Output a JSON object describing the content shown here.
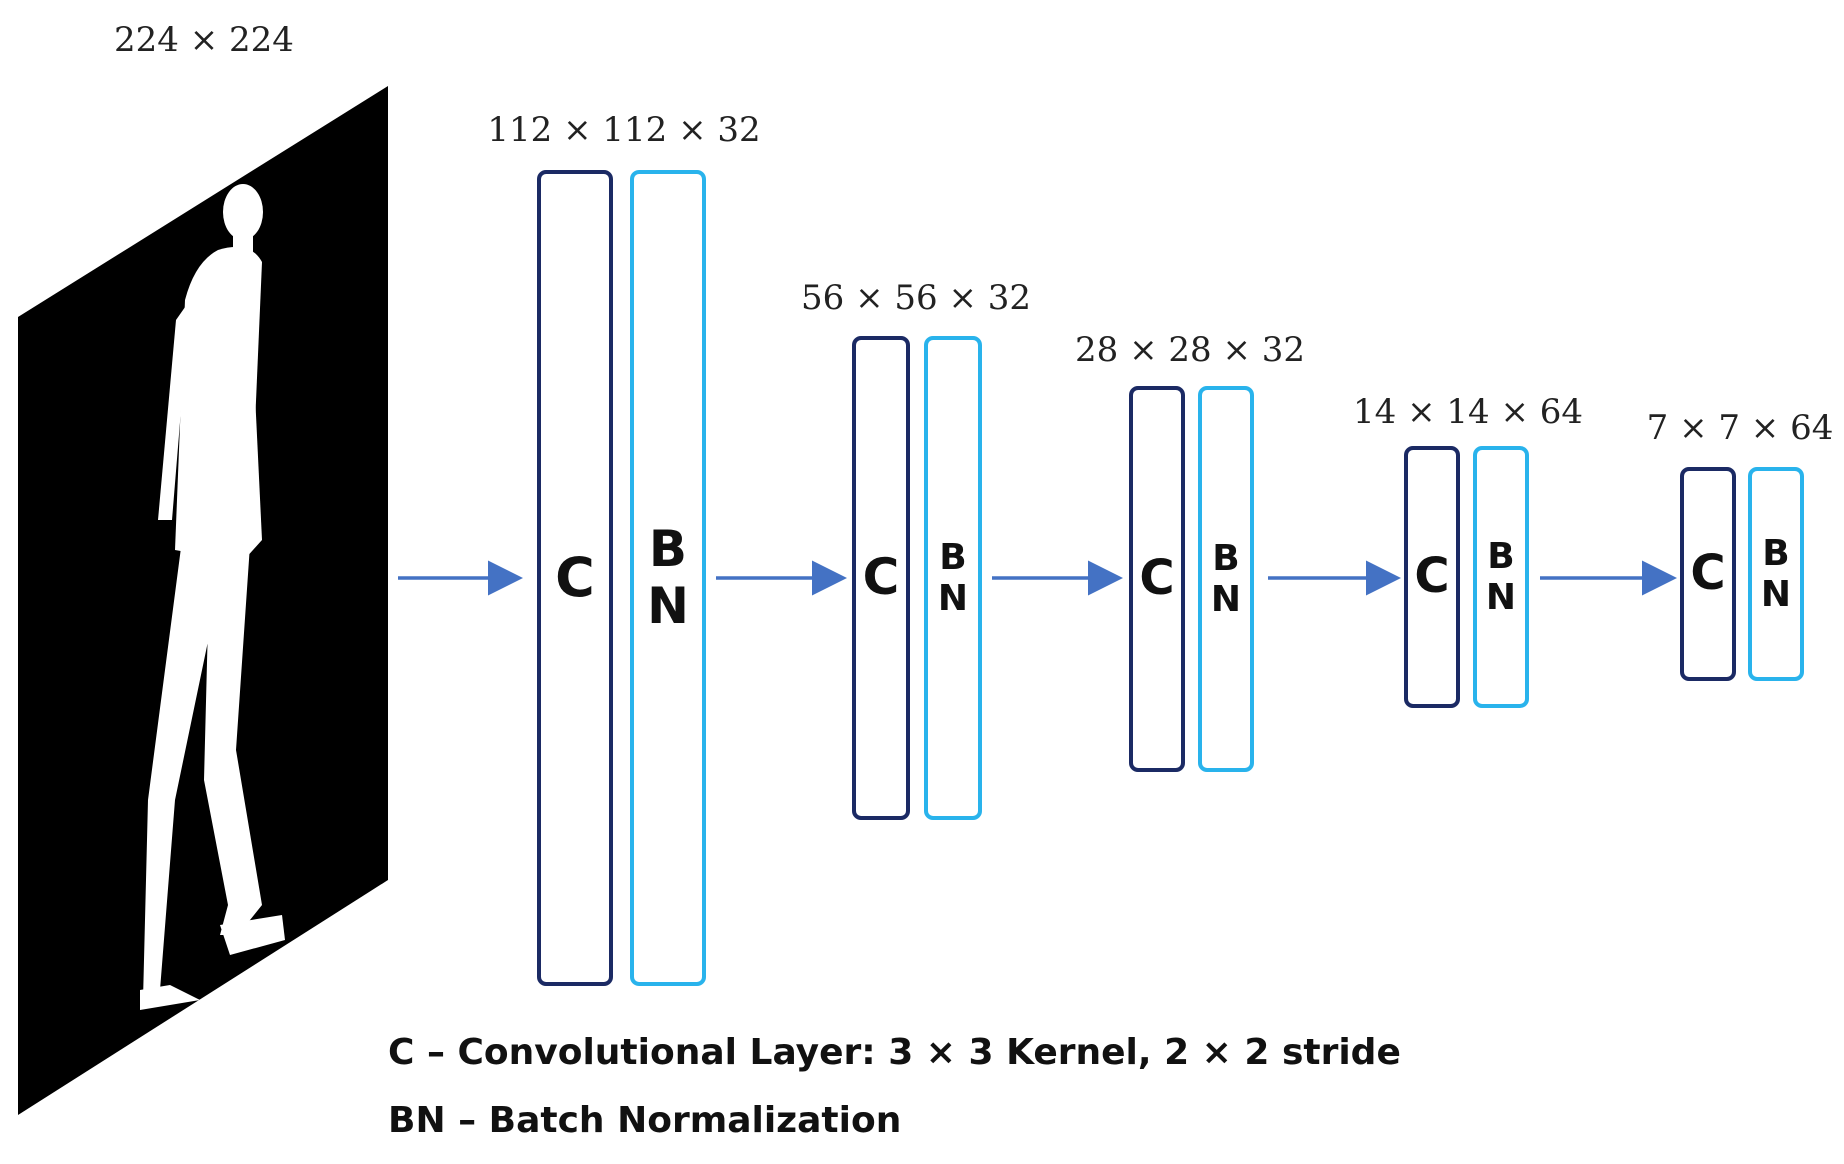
{
  "input": {
    "size_label": "224 × 224"
  },
  "layers": [
    {
      "dims": "112 × 112 × 32",
      "conv_letter": "C",
      "bn_letters": [
        "B",
        "N"
      ]
    },
    {
      "dims": "56 × 56 × 32",
      "conv_letter": "C",
      "bn_letters": [
        "B",
        "N"
      ]
    },
    {
      "dims": "28 × 28 × 32",
      "conv_letter": "C",
      "bn_letters": [
        "B",
        "N"
      ]
    },
    {
      "dims": "14 × 14 × 64",
      "conv_letter": "C",
      "bn_letters": [
        "B",
        "N"
      ]
    },
    {
      "dims": "7 × 7 × 64",
      "conv_letter": "C",
      "bn_letters": [
        "B",
        "N"
      ]
    }
  ],
  "legend": {
    "conv": "C – Convolutional Layer: 3 × 3 Kernel, 2 × 2 stride",
    "bn": "BN – Batch Normalization"
  },
  "colors": {
    "conv_border": "#1b2a64",
    "bn_border": "#29b3ec",
    "arrow": "#4472c4",
    "silhouette_panel": "#000000"
  }
}
